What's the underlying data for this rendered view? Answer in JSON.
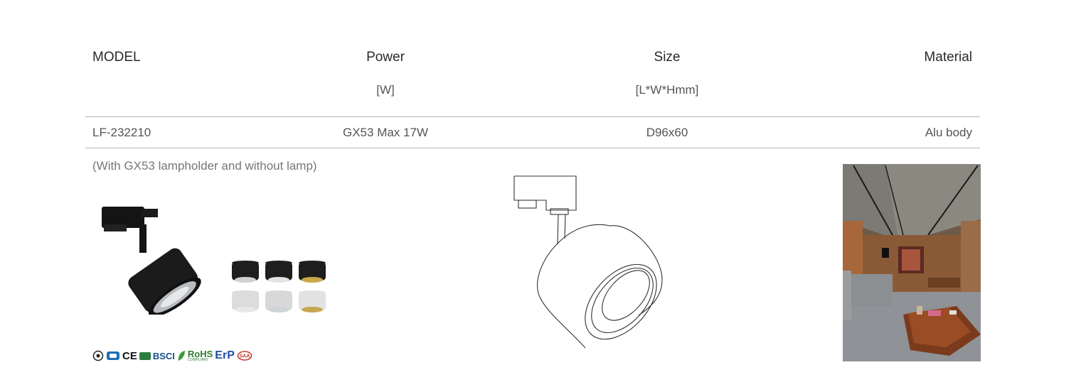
{
  "table": {
    "headers": {
      "model": "MODEL",
      "power": "Power",
      "size": "Size",
      "material": "Material"
    },
    "units": {
      "power": "[W]",
      "size": "[L*W*Hmm]"
    },
    "row": {
      "model": "LF-232210",
      "power": "GX53 Max 17W",
      "size": "D96x60",
      "material": "Alu body"
    }
  },
  "note": "(With GX53 lampholder and without lamp)",
  "product_colors": [
    {
      "body": "#1e1e1e",
      "reflector": "#cfd2d4"
    },
    {
      "body": "#1e1e1e",
      "reflector": "#e3e3e3"
    },
    {
      "body": "#1e1e1e",
      "reflector": "#c9a94a"
    },
    {
      "body": "#dcdcdc",
      "reflector": "#e8e8e8"
    },
    {
      "body": "#d8d8d8",
      "reflector": "#cfd4d7"
    },
    {
      "body": "#e2e2e2",
      "reflector": "#c7a652"
    }
  ],
  "certifications": {
    "ce": "CE",
    "bsci": "BSCI",
    "rohs": "RoHS",
    "rohs_sub": "COMPLIANT",
    "erp": "ErP",
    "saa": "SAA"
  },
  "icons": {
    "track_light_photo": "track-spotlight-black",
    "line_drawing": "track-spotlight-outline",
    "room_photo": "interior-living-room"
  }
}
